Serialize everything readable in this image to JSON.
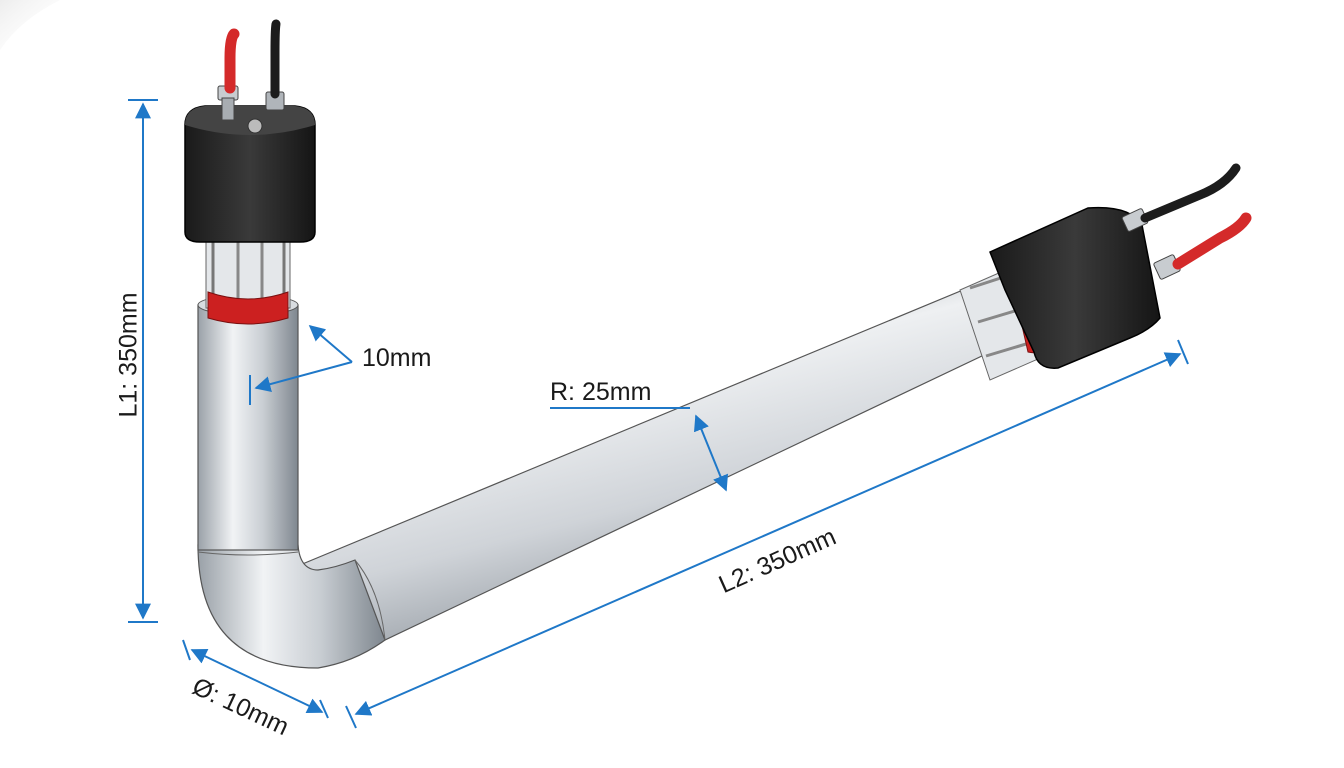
{
  "diagram": {
    "subject": "L-shaped tubular heater with two wired terminal ends",
    "dimensions": {
      "l1": "L1: 350mm",
      "l2": "L2: 350mm",
      "diameter": "Ø: 10mm",
      "wall": "10mm",
      "radius": "R: 25mm"
    },
    "colors": {
      "dimension_line": "#1f78c8",
      "tube_light": "#e6e9ed",
      "tube_dark": "#8c939b",
      "terminal_block": "#2a2a2a",
      "wire_red": "#d42a2a",
      "wire_black": "#1c1c1c",
      "seal_red": "#cc2020"
    }
  }
}
